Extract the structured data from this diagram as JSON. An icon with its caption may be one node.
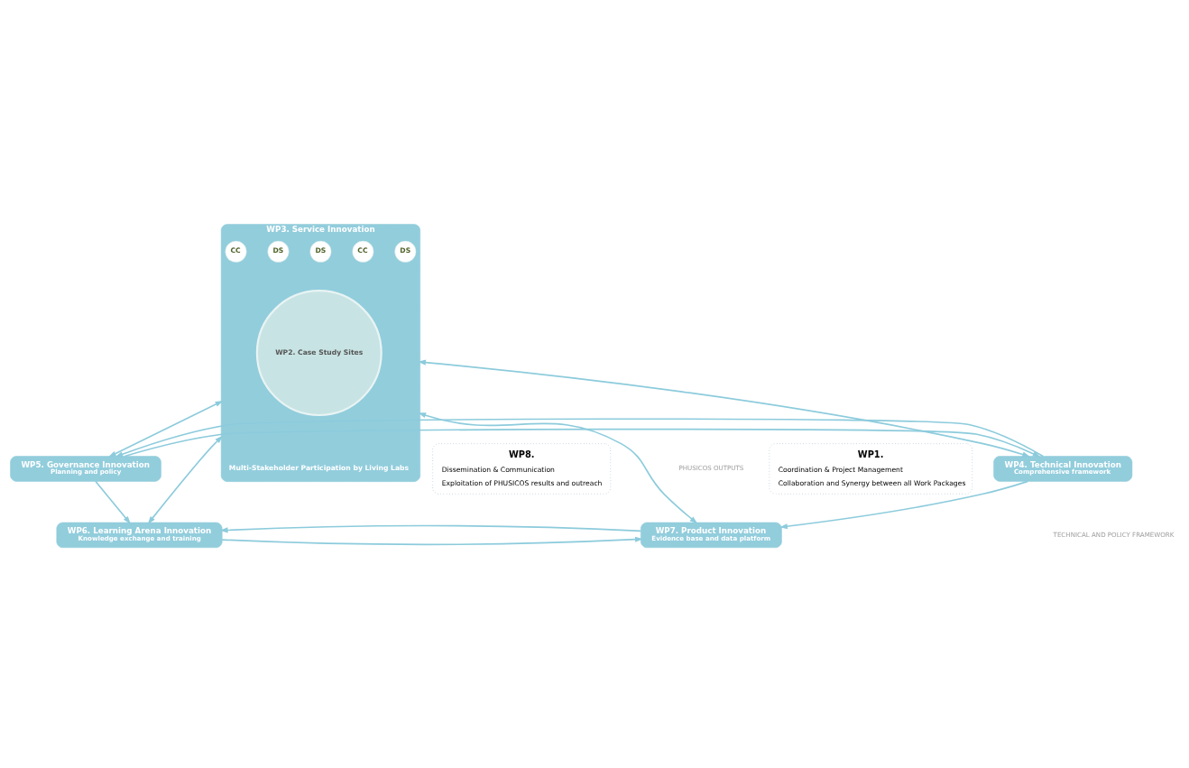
{
  "diagram": {
    "nodes": [
      {
        "text": [
          "WP1.",
          "Coordination & Project Management",
          "Collaboration and Synergy between all Work Packages"
        ]
      },
      {
        "text": [
          "WP4. Technical Innovation",
          "Comprehensive framework"
        ]
      },
      {
        "text": [
          "WP5. Governance Innovation",
          "Planning and policy"
        ]
      },
      {
        "text": [
          "WP3. Service Innovation",
          "Multi-Stakeholder Participation by Living Labs"
        ]
      },
      {
        "text": [
          "WP2. Case Study Sites"
        ],
        "in": 3
      },
      {
        "text": [
          "DS"
        ],
        "in": 3
      },
      {
        "text": [
          "CC"
        ],
        "in": 3
      },
      {
        "text": [
          "DS"
        ],
        "in": 3
      },
      {
        "text": [
          "DS"
        ],
        "in": 3
      },
      {
        "text": [
          "CC"
        ],
        "in": 3
      },
      {
        "text": [
          "WP7. Product Innovation",
          "Evidence base and data platform"
        ]
      },
      {
        "text": [
          "WP6. Learning Arena Innovation",
          "Knowledge exchange and training"
        ]
      },
      {
        "text": [
          "WP8.",
          "Dissemination & Communication",
          "Exploitation of PHUSICOS results and outreach"
        ]
      }
    ],
    "edges": [
      {
        "from": 2,
        "to": 1,
        "arrow": "to"
      },
      {
        "from": 1,
        "to": 2,
        "arrow": "to"
      },
      {
        "from": 1,
        "to": 10,
        "arrow": "to"
      },
      {
        "from": 2,
        "to": 11,
        "arrow": "to"
      },
      {
        "from": 3,
        "to": 1,
        "arrow": "both"
      },
      {
        "from": 3,
        "to": 2,
        "arrow": "both"
      },
      {
        "from": 3,
        "to": 10,
        "arrow": "both"
      },
      {
        "from": 3,
        "to": 11,
        "arrow": "both"
      },
      {
        "from": 11,
        "to": 10,
        "arrow": "to"
      },
      {
        "from": 10,
        "to": 11,
        "arrow": "to"
      }
    ],
    "labels": [
      "TECHNICAL AND POLICY FRAMEWORK",
      "PHUSICOS OUTPUTS"
    ]
  }
}
